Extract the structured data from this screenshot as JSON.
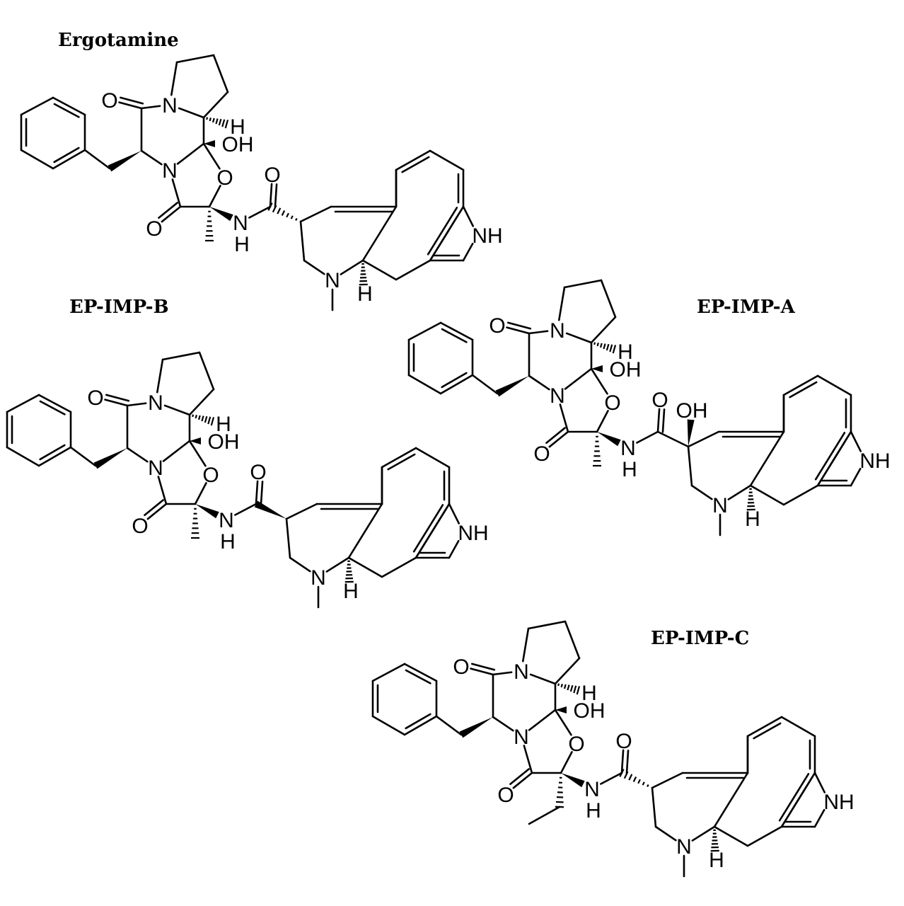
{
  "compounds": [
    {
      "id": "ergotamine",
      "title": "Ergotamine",
      "variant": "ergotamine"
    },
    {
      "id": "ep-imp-b",
      "title": "EP-IMP-B",
      "variant": "b"
    },
    {
      "id": "ep-imp-a",
      "title": "EP-IMP-A",
      "variant": "a"
    },
    {
      "id": "ep-imp-c",
      "title": "EP-IMP-C",
      "variant": "c"
    }
  ],
  "atom_labels": {
    "ring_n": "N",
    "carbonyl_o": "O",
    "ring_o": "O",
    "hydroxyl": "OH",
    "hydrogen": "H",
    "amide_n": "N",
    "amide_h": "H",
    "indole_nh": "NH",
    "amine_n": "N"
  }
}
